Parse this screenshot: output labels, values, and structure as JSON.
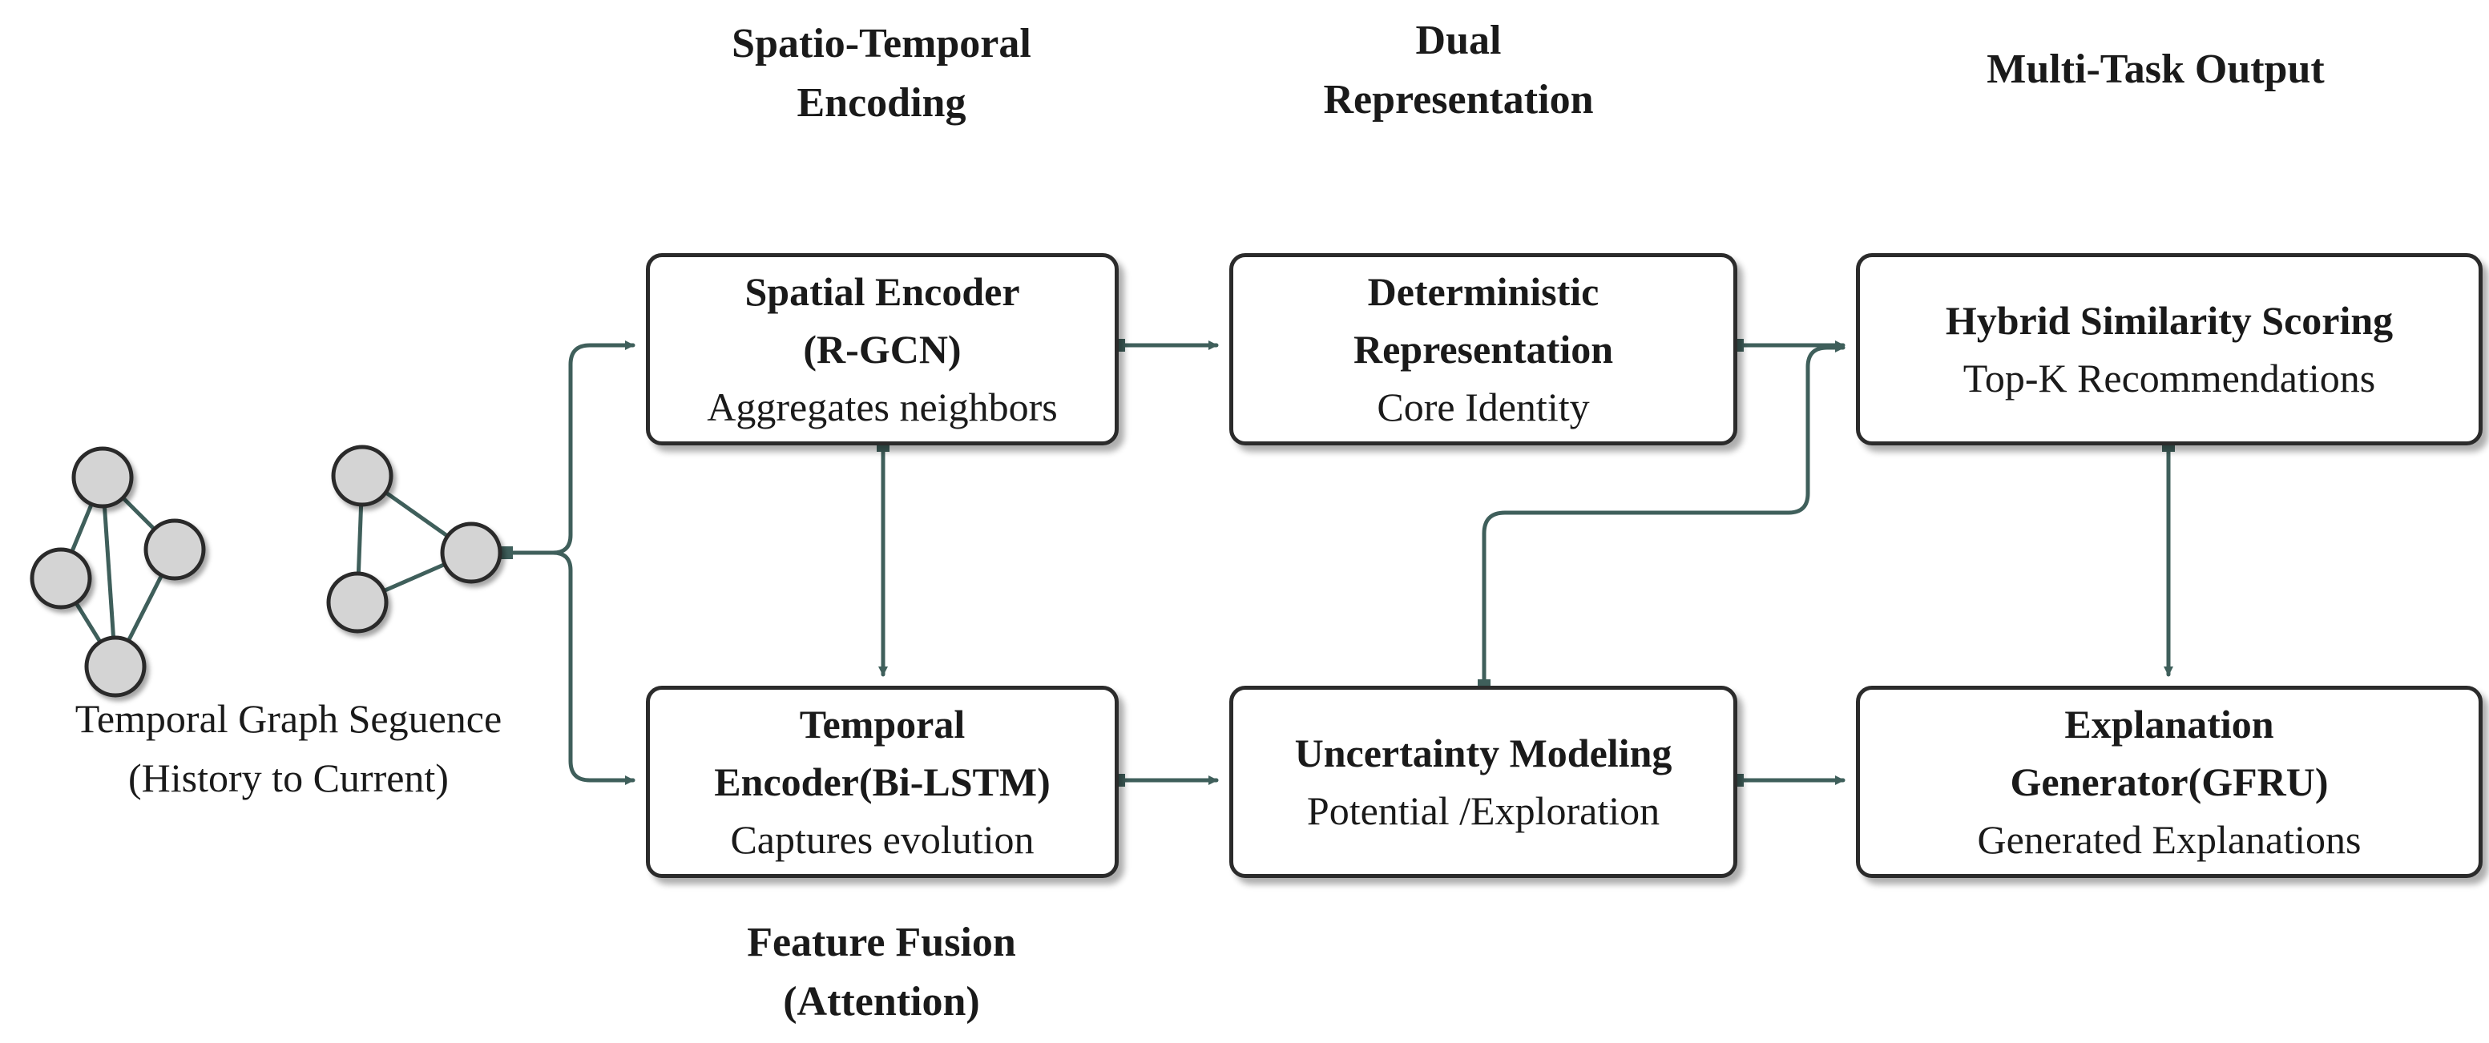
{
  "stages": {
    "spatio_temporal": [
      "Spatio-Temporal",
      "Encoding"
    ],
    "dual": [
      "Dual",
      "Representation"
    ],
    "multi_task": [
      "Multi-Task Output"
    ],
    "feature_fusion": [
      "Feature Fusion",
      "(Attention)"
    ]
  },
  "input_graph": {
    "caption": [
      "Temporal Graph Seguence",
      "(History to Current)"
    ]
  },
  "boxes": {
    "spatial_encoder": {
      "title": [
        "Spatial Encoder",
        "(R-GCN)"
      ],
      "desc": "Aggregates neighbors"
    },
    "temporal_encoder": {
      "title": [
        "Temporal",
        "Encoder(Bi-LSTM)"
      ],
      "desc": "Captures evolution"
    },
    "deterministic": {
      "title": [
        "Deterministic",
        "Representation"
      ],
      "desc": "Core Identity"
    },
    "uncertainty": {
      "title": [
        "Uncertainty Modeling"
      ],
      "desc": "Potential /Exploration"
    },
    "hybrid_scoring": {
      "title": [
        "Hybrid Similarity Scoring"
      ],
      "desc": "Top-K Recommendations"
    },
    "explanation": {
      "title": [
        "Explanation",
        "Generator(GFRU)"
      ],
      "desc": "Generated Explanations"
    }
  },
  "colors": {
    "connector": "#3f5f5b",
    "border": "#2b2b2b",
    "node_fill": "#d4d4d4",
    "text": "#1a1a1a"
  }
}
